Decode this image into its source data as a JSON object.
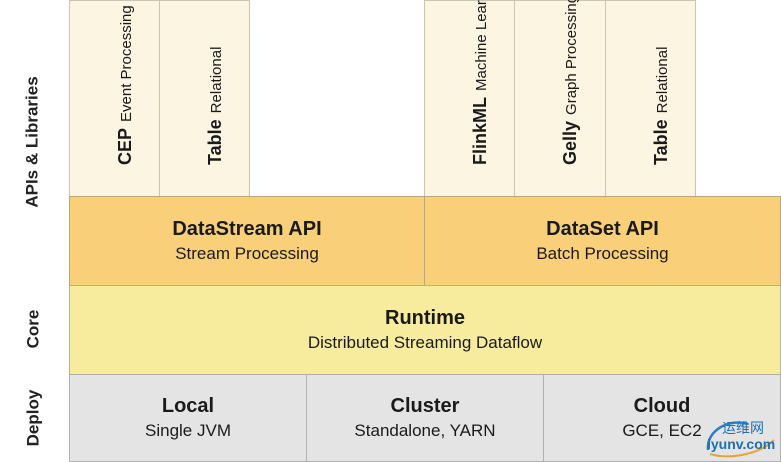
{
  "layers": {
    "apis_label": "APIs & Libraries",
    "core_label": "Core",
    "deploy_label": "Deploy"
  },
  "libraries": [
    {
      "name": "CEP",
      "sub": "Event Processing"
    },
    {
      "name": "Table",
      "sub": "Relational"
    },
    {
      "name": "FlinkML",
      "sub": "Machine Learning"
    },
    {
      "name": "Gelly",
      "sub": "Graph Processing"
    },
    {
      "name": "Table",
      "sub": "Relational"
    }
  ],
  "apis": {
    "datastream": {
      "title": "DataStream API",
      "sub": "Stream Processing"
    },
    "dataset": {
      "title": "DataSet API",
      "sub": "Batch Processing"
    }
  },
  "runtime": {
    "title": "Runtime",
    "sub": "Distributed Streaming Dataflow"
  },
  "deploy": [
    {
      "title": "Local",
      "sub": "Single JVM"
    },
    {
      "title": "Cluster",
      "sub": "Standalone, YARN"
    },
    {
      "title": "Cloud",
      "sub": "GCE, EC2"
    }
  ],
  "watermark": {
    "cn": "运维网",
    "url": "iyunv.com"
  },
  "colors": {
    "library": "#fcf5e2",
    "api": "#f9cf7a",
    "runtime": "#f7ec9e",
    "deploy": "#e4e4e4"
  }
}
